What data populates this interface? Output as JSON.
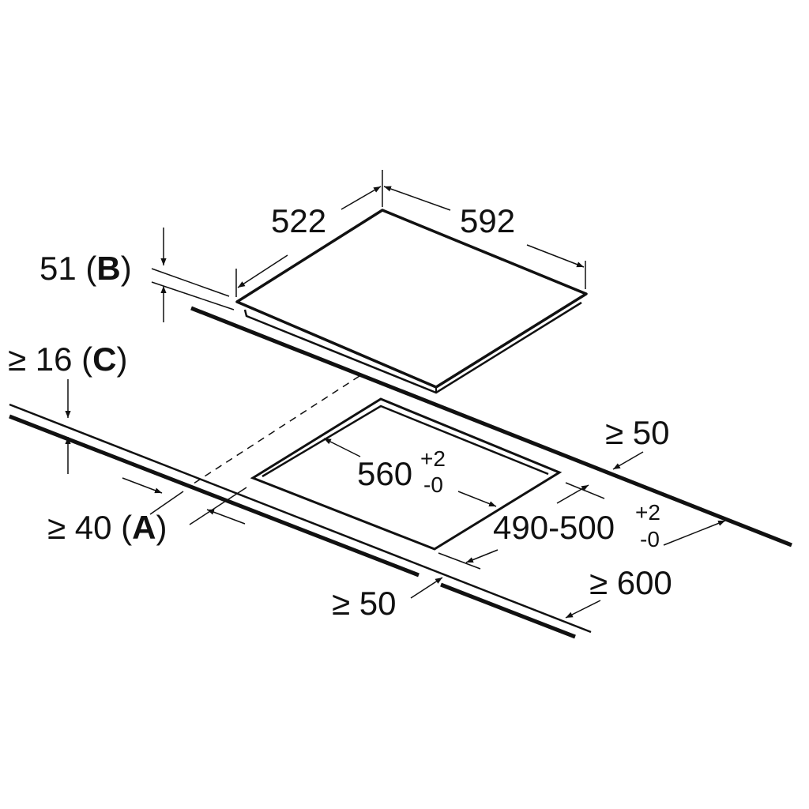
{
  "title": "Hob installation dimensions",
  "colors": {
    "line": "#111111",
    "background": "#ffffff"
  },
  "units": "mm",
  "labels": {
    "hob_depth": "522",
    "hob_width": "592",
    "hob_height": "51",
    "hob_height_ref": "B",
    "worktop_thickness": "≥ 16",
    "worktop_thickness_ref": "C",
    "rear_clearance": "≥ 50",
    "cutout_width": "560",
    "cutout_width_tol_plus": "+2",
    "cutout_width_tol_minus": "-0",
    "cutout_depth": "490-500",
    "cutout_depth_tol_plus": "+2",
    "cutout_depth_tol_minus": "-0",
    "front_clearance": "≥ 40",
    "front_clearance_ref": "A",
    "worktop_depth": "≥ 600",
    "side_clearance": "≥ 50"
  }
}
